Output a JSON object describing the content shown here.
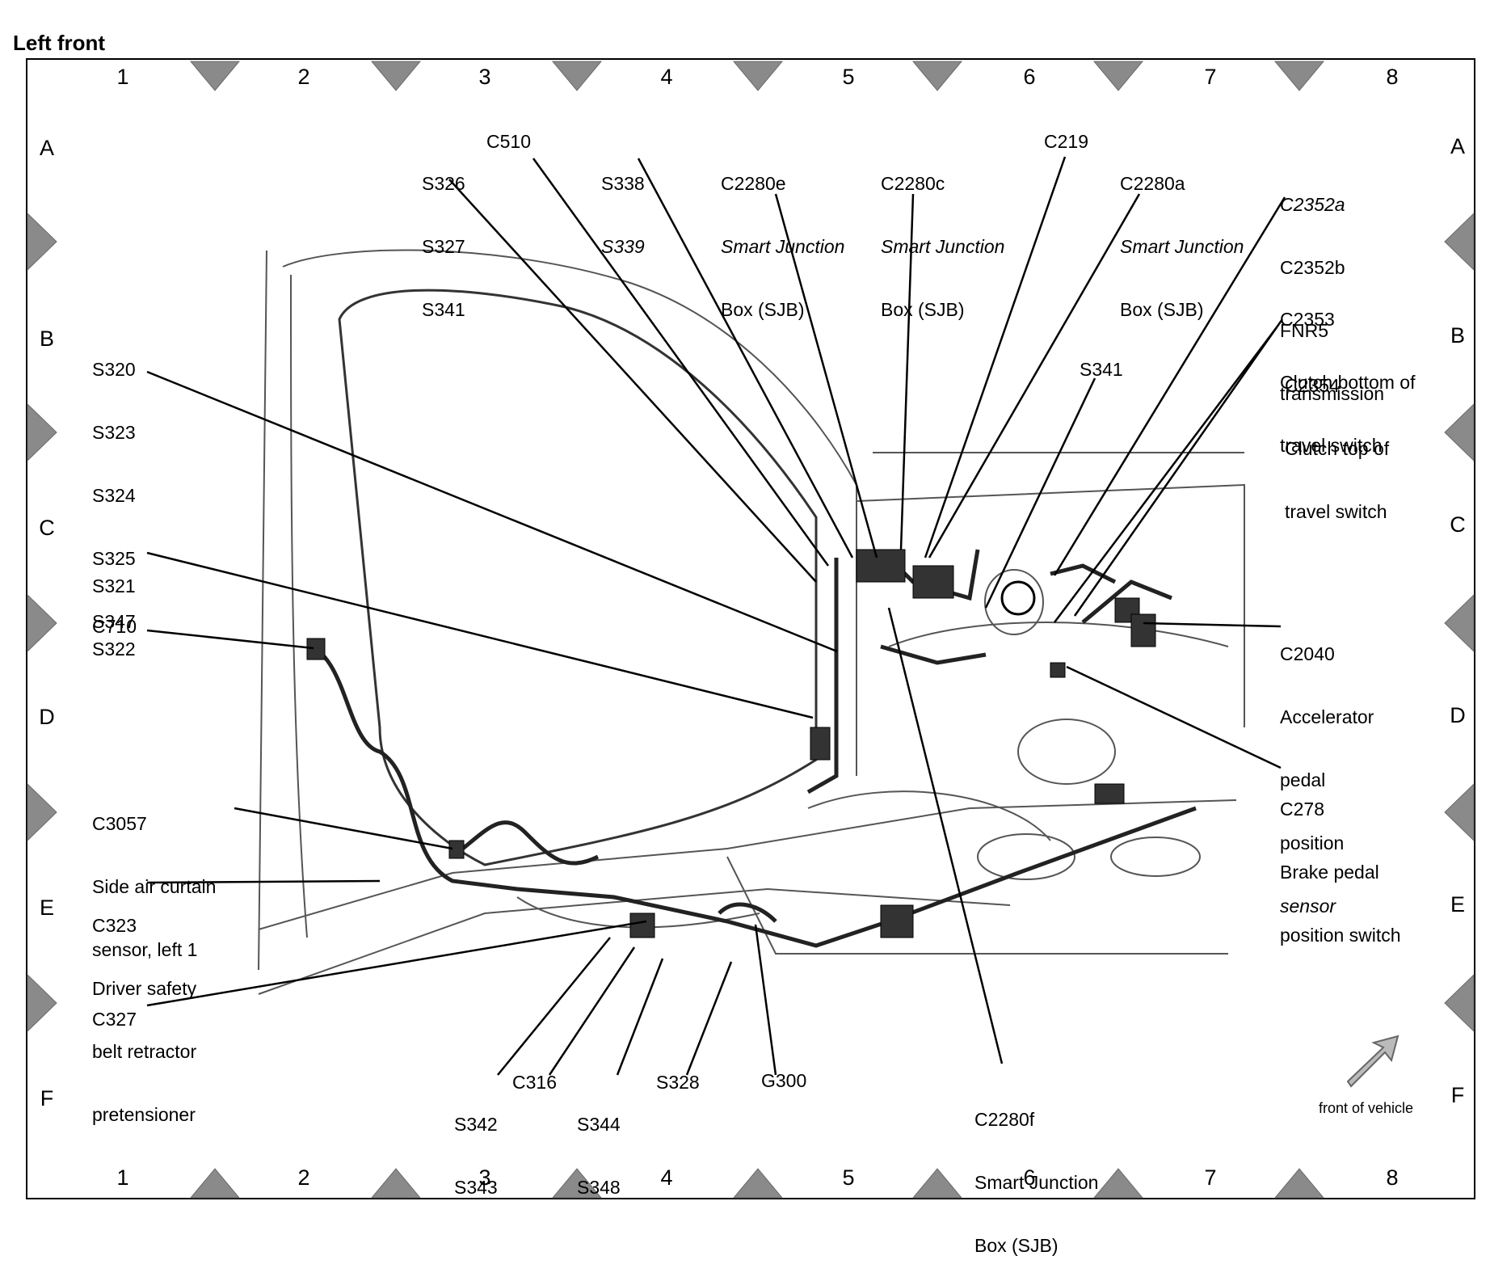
{
  "title": "Left front",
  "grid": {
    "columns": [
      "1",
      "2",
      "3",
      "4",
      "5",
      "6",
      "7",
      "8"
    ],
    "rows": [
      "A",
      "B",
      "C",
      "D",
      "E",
      "F"
    ]
  },
  "labels": {
    "s326": [
      "S326",
      "S327",
      "S341"
    ],
    "c510": "C510",
    "s338": [
      "S338",
      "S339"
    ],
    "c2280e": {
      "id": "C2280e",
      "desc1": "Smart Junction",
      "desc2": "Box (SJB)"
    },
    "c2280c": {
      "id": "C2280c",
      "desc1": "Smart Junction",
      "desc2": "Box (SJB)"
    },
    "c219": "C219",
    "c2280a": {
      "id": "C2280a",
      "desc1": "Smart Junction",
      "desc2": "Box (SJB)"
    },
    "c2352": [
      "C2352a",
      "C2352b",
      "FNR5",
      "transmission"
    ],
    "c2353": [
      "C2353",
      "Clutch bottom of",
      "travel switch"
    ],
    "c2354": [
      "C2354",
      "Clutch top of",
      "travel switch"
    ],
    "s341b": "S341",
    "s320": [
      "S320",
      "S323",
      "S324",
      "S325",
      "S347"
    ],
    "s321": [
      "S321",
      "S322"
    ],
    "c710": "C710",
    "c2040": [
      "C2040",
      "Accelerator",
      "pedal",
      "position",
      "sensor"
    ],
    "c278": [
      "C278",
      "Brake pedal",
      "position switch"
    ],
    "c3057": [
      "C3057",
      "Side air curtain",
      "sensor, left 1"
    ],
    "c323": [
      "C323",
      "Driver safety",
      "belt retractor",
      "pretensioner"
    ],
    "c327": "C327",
    "s342": [
      "S342",
      "S343"
    ],
    "c316": "C316",
    "s344": [
      "S344",
      "S348"
    ],
    "s328": "S328",
    "g300": "G300",
    "c2280f": [
      "C2280f",
      "Smart Junction",
      "Box (SJB)"
    ]
  },
  "front_of_vehicle": "front of vehicle",
  "colors": {
    "line": "#000000",
    "frame": "#000000",
    "marker": "#8a8a8a",
    "drawing": "#555555"
  }
}
